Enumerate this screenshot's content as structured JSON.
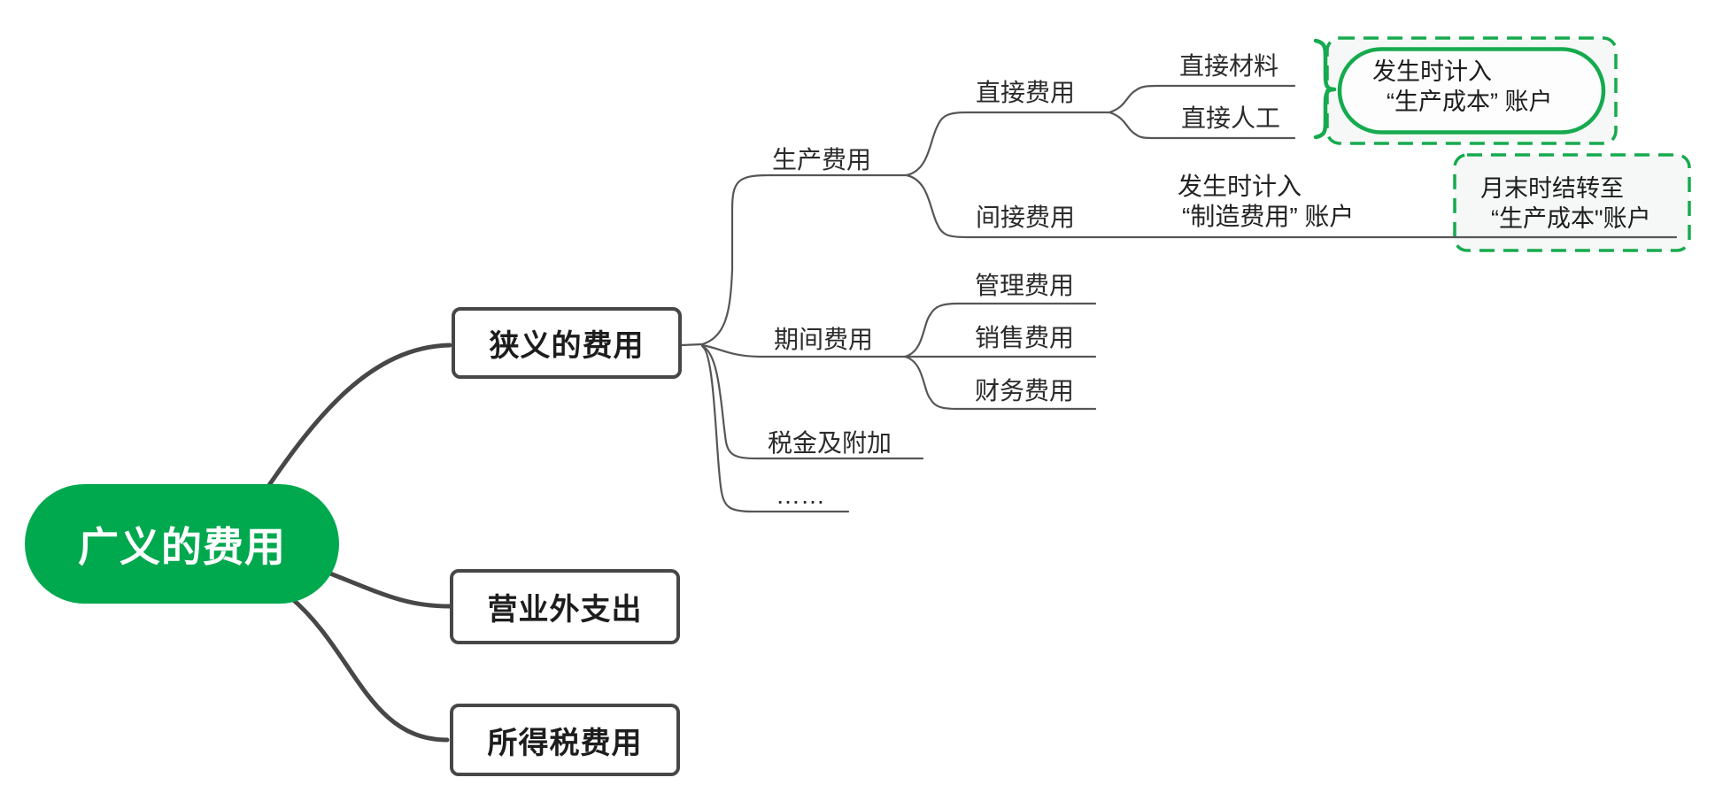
{
  "colors": {
    "root-bg": "#00A84E",
    "accent-green": "#16AA4F",
    "line-dark": "#474747",
    "line-mid": "#565656",
    "text-dark": "#1d1d1d",
    "callout-bg": "#f5f8f6"
  },
  "root": {
    "label": "广义的费用"
  },
  "nodes": {
    "xiayi": "狭义的费用",
    "yingyewai": "营业外支出",
    "suodeshui": "所得税费用",
    "shengchan": "生产费用",
    "zhijie": "直接费用",
    "cailiao": "直接材料",
    "rengong": "直接人工",
    "jianjie": "间接费用",
    "qijian": "期间费用",
    "guanli": "管理费用",
    "xiaoshou": "销售费用",
    "caiwu": "财务费用",
    "shuijin": "税金及附加",
    "ellipsis": "……"
  },
  "notes": {
    "jianjie_line1": "发生时计入",
    "jianjie_line2": "“制造费用” 账户"
  },
  "callouts": {
    "box1_line1": "发生时计入",
    "box1_line2": "“生产成本” 账户",
    "box2_line1": "月末时结转至",
    "box2_line2": "“生产成本\"账户"
  }
}
